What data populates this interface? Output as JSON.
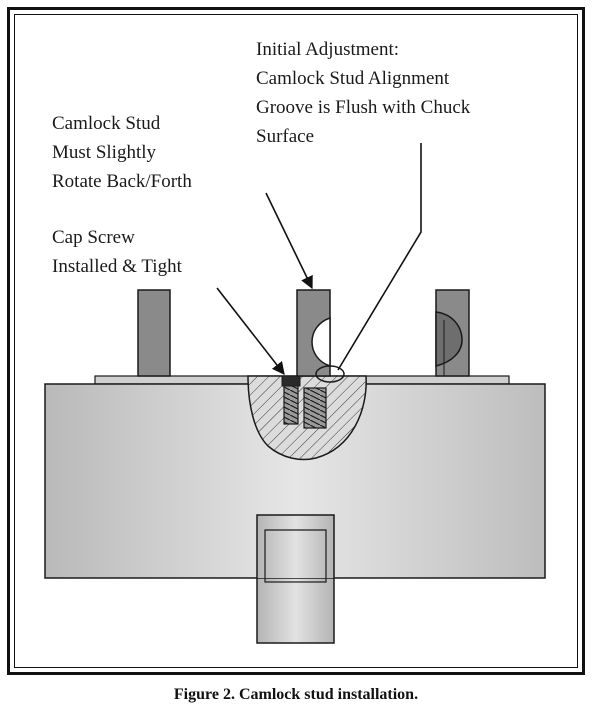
{
  "labels": {
    "initial_adjustment": [
      "Initial Adjustment:",
      "Camlock Stud Alignment",
      "Groove is Flush with Chuck",
      "Surface"
    ],
    "camlock_stud": [
      "Camlock Stud",
      "Must Slightly",
      "Rotate Back/Forth"
    ],
    "cap_screw": [
      "Cap Screw",
      "Installed & Tight"
    ]
  },
  "caption": "Figure 2. Camlock stud installation.",
  "colors": {
    "outline": "#1a1a1a",
    "body_fill": "#c8c8c8",
    "stud_fill": "#8a8a8a",
    "hatch": "#3a3a3a"
  }
}
